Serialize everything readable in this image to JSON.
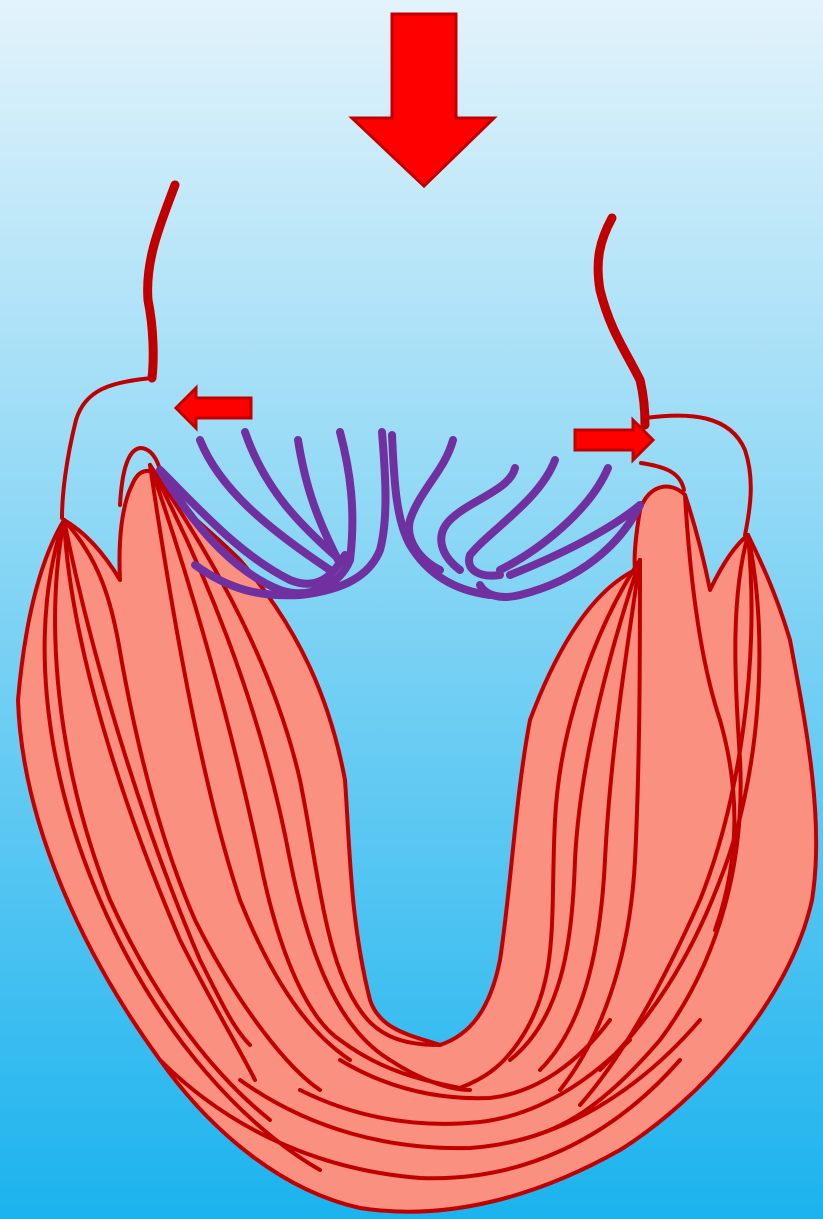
{
  "diagram": {
    "labels": [],
    "colors": {
      "background_top": "#E3F3FB",
      "background_bottom": "#1BB3EE",
      "muscle_fill": "#FA9080",
      "muscle_outline": "#C00000",
      "vessel_wall": "#C00000",
      "arrow_fill": "#FF0000",
      "arrow_edge": "#C00000",
      "fibers": "#7030A0"
    },
    "arrows": [
      {
        "name": "inflow-arrow",
        "direction": "down"
      },
      {
        "name": "left-dilation-arrow",
        "direction": "left"
      },
      {
        "name": "right-dilation-arrow",
        "direction": "right"
      }
    ]
  }
}
